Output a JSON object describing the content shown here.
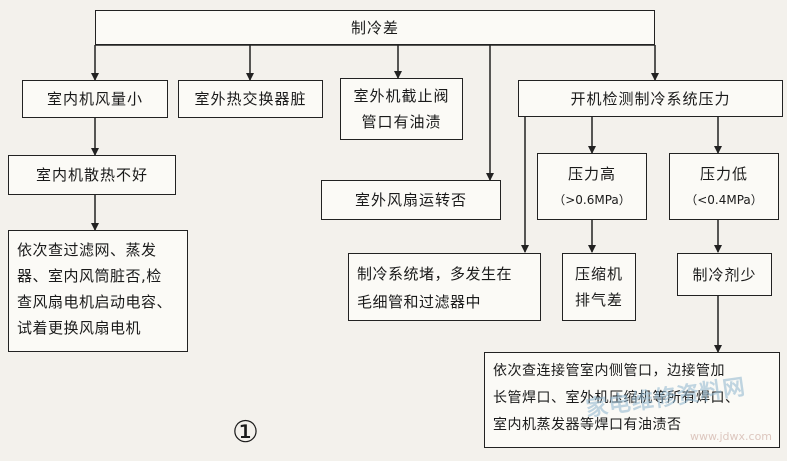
{
  "nodes": {
    "root": "制冷差",
    "indoor_airflow_low": "室内机风量小",
    "outdoor_hx_dirty": "室外热交换器脏",
    "outdoor_valve_oil_1": "室外机截止阀",
    "outdoor_valve_oil_2": "管口有油渍",
    "check_pressure": "开机检测制冷系统压力",
    "indoor_poor_heat": "室内机散热不好",
    "outdoor_fan_running": "室外风扇运转否",
    "pressure_high": "压力高",
    "pressure_high_value": "（>0.6MPa）",
    "pressure_low": "压力低",
    "pressure_low_value": "（<0.4MPa）",
    "check_filter_1": "依次查过滤网、蒸发",
    "check_filter_2": "器、室内风筒脏否,检",
    "check_filter_3": "查风扇电机启动电容、",
    "check_filter_4": "试着更换风扇电机",
    "system_blocked_1": "制冷系统堵，多发生在",
    "system_blocked_2": "毛细管和过滤器中",
    "compressor_1": "压缩机",
    "compressor_2": "排气差",
    "refrigerant_low": "制冷剂少",
    "check_joints_1": "依次查连接管室内侧管口，边接管加",
    "check_joints_2": "长管焊口、室外机压缩机等所有焊口、",
    "check_joints_3": "室内机蒸发器等焊口有油渍否"
  },
  "figure_number": "①",
  "watermark": "家电维修资料网",
  "watermark_url": "www.jdwx.com",
  "colors": {
    "line": "#222222",
    "box_bg": "#fbfaf6",
    "page_bg": "#f3f1ec"
  }
}
